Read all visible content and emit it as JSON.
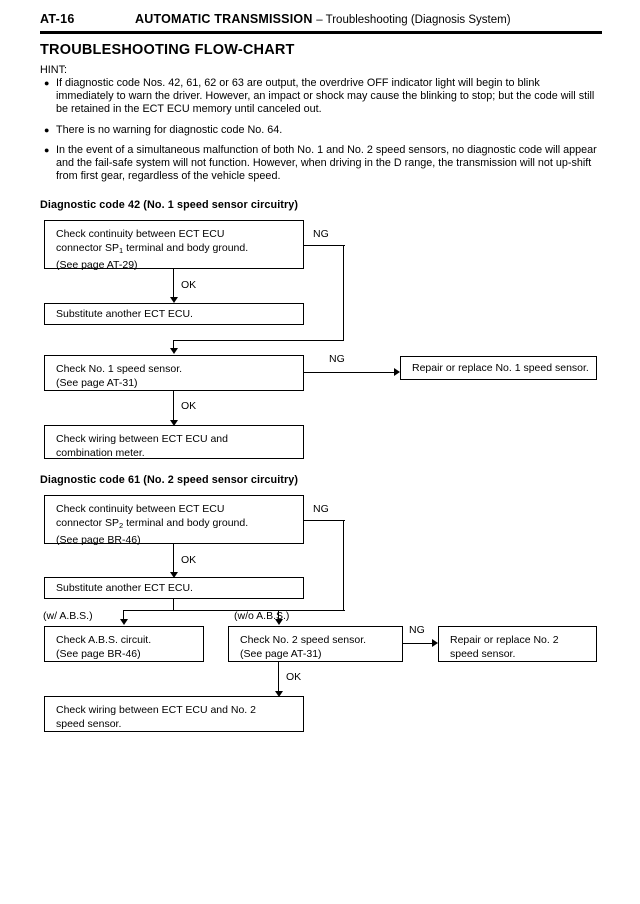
{
  "header": {
    "page_number": "AT-16",
    "title_main": "AUTOMATIC TRANSMISSION",
    "title_sub": "– Troubleshooting (Diagnosis System)"
  },
  "page_title": "TROUBLESHOOTING FLOW-CHART",
  "hint": {
    "label": "HINT:",
    "bullets": [
      "If diagnostic code Nos. 42, 61, 62 or 63 are output, the overdrive OFF indicator light will begin to blink immediately to warn the driver. However, an impact or shock may cause the blinking to stop; but the code will still be retained in the ECT ECU memory until canceled out.",
      "There is no warning for diagnostic code No. 64.",
      "In the event of a simultaneous malfunction of both No. 1 and No. 2 speed sensors, no diagnostic code will appear and the fail-safe system will not function. However, when driving in the D range, the transmission will not up-shift from first gear, regardless of the vehicle speed."
    ]
  },
  "section_42": {
    "heading": "Diagnostic code 42 (No. 1 speed sensor circuitry)",
    "box1_line1": "Check continuity between ECT ECU",
    "box1_line2_pre": "connector SP",
    "box1_line2_sub": "1",
    "box1_line2_post": " terminal and body ground.",
    "box1_line3": "(See page AT-29)",
    "box2": "Substitute another ECT ECU.",
    "box3": "Check No. 1 speed sensor.\n(See page AT-31)",
    "box4": "Check wiring between ECT ECU and\ncombination meter.",
    "box_repair": "Repair or replace No. 1 speed sensor.",
    "ng1": "NG",
    "ok1": "OK",
    "ng2": "NG",
    "ok2": "OK"
  },
  "section_61": {
    "heading": "Diagnostic code 61 (No. 2 speed sensor circuitry)",
    "box1_line1": "Check continuity between ECT ECU",
    "box1_line2_pre": "connector SP",
    "box1_line2_sub": "2",
    "box1_line2_post": " terminal and body ground.",
    "box1_line3": "(See page BR-46)",
    "box2": "Substitute another ECT ECU.",
    "branch_with_abs": "(w/ A.B.S.)",
    "branch_without_abs": "(w/o A.B.S.)",
    "box_abs": "Check A.B.S. circuit.\n(See page BR-46)",
    "box_sensor2": "Check No. 2 speed sensor.\n(See page AT-31)",
    "box_repair": "Repair or replace No. 2\nspeed sensor.",
    "box_wiring": "Check wiring between ECT ECU and No. 2\nspeed sensor.",
    "ng1": "NG",
    "ok1": "OK",
    "ng2": "NG",
    "ok2": "OK"
  }
}
